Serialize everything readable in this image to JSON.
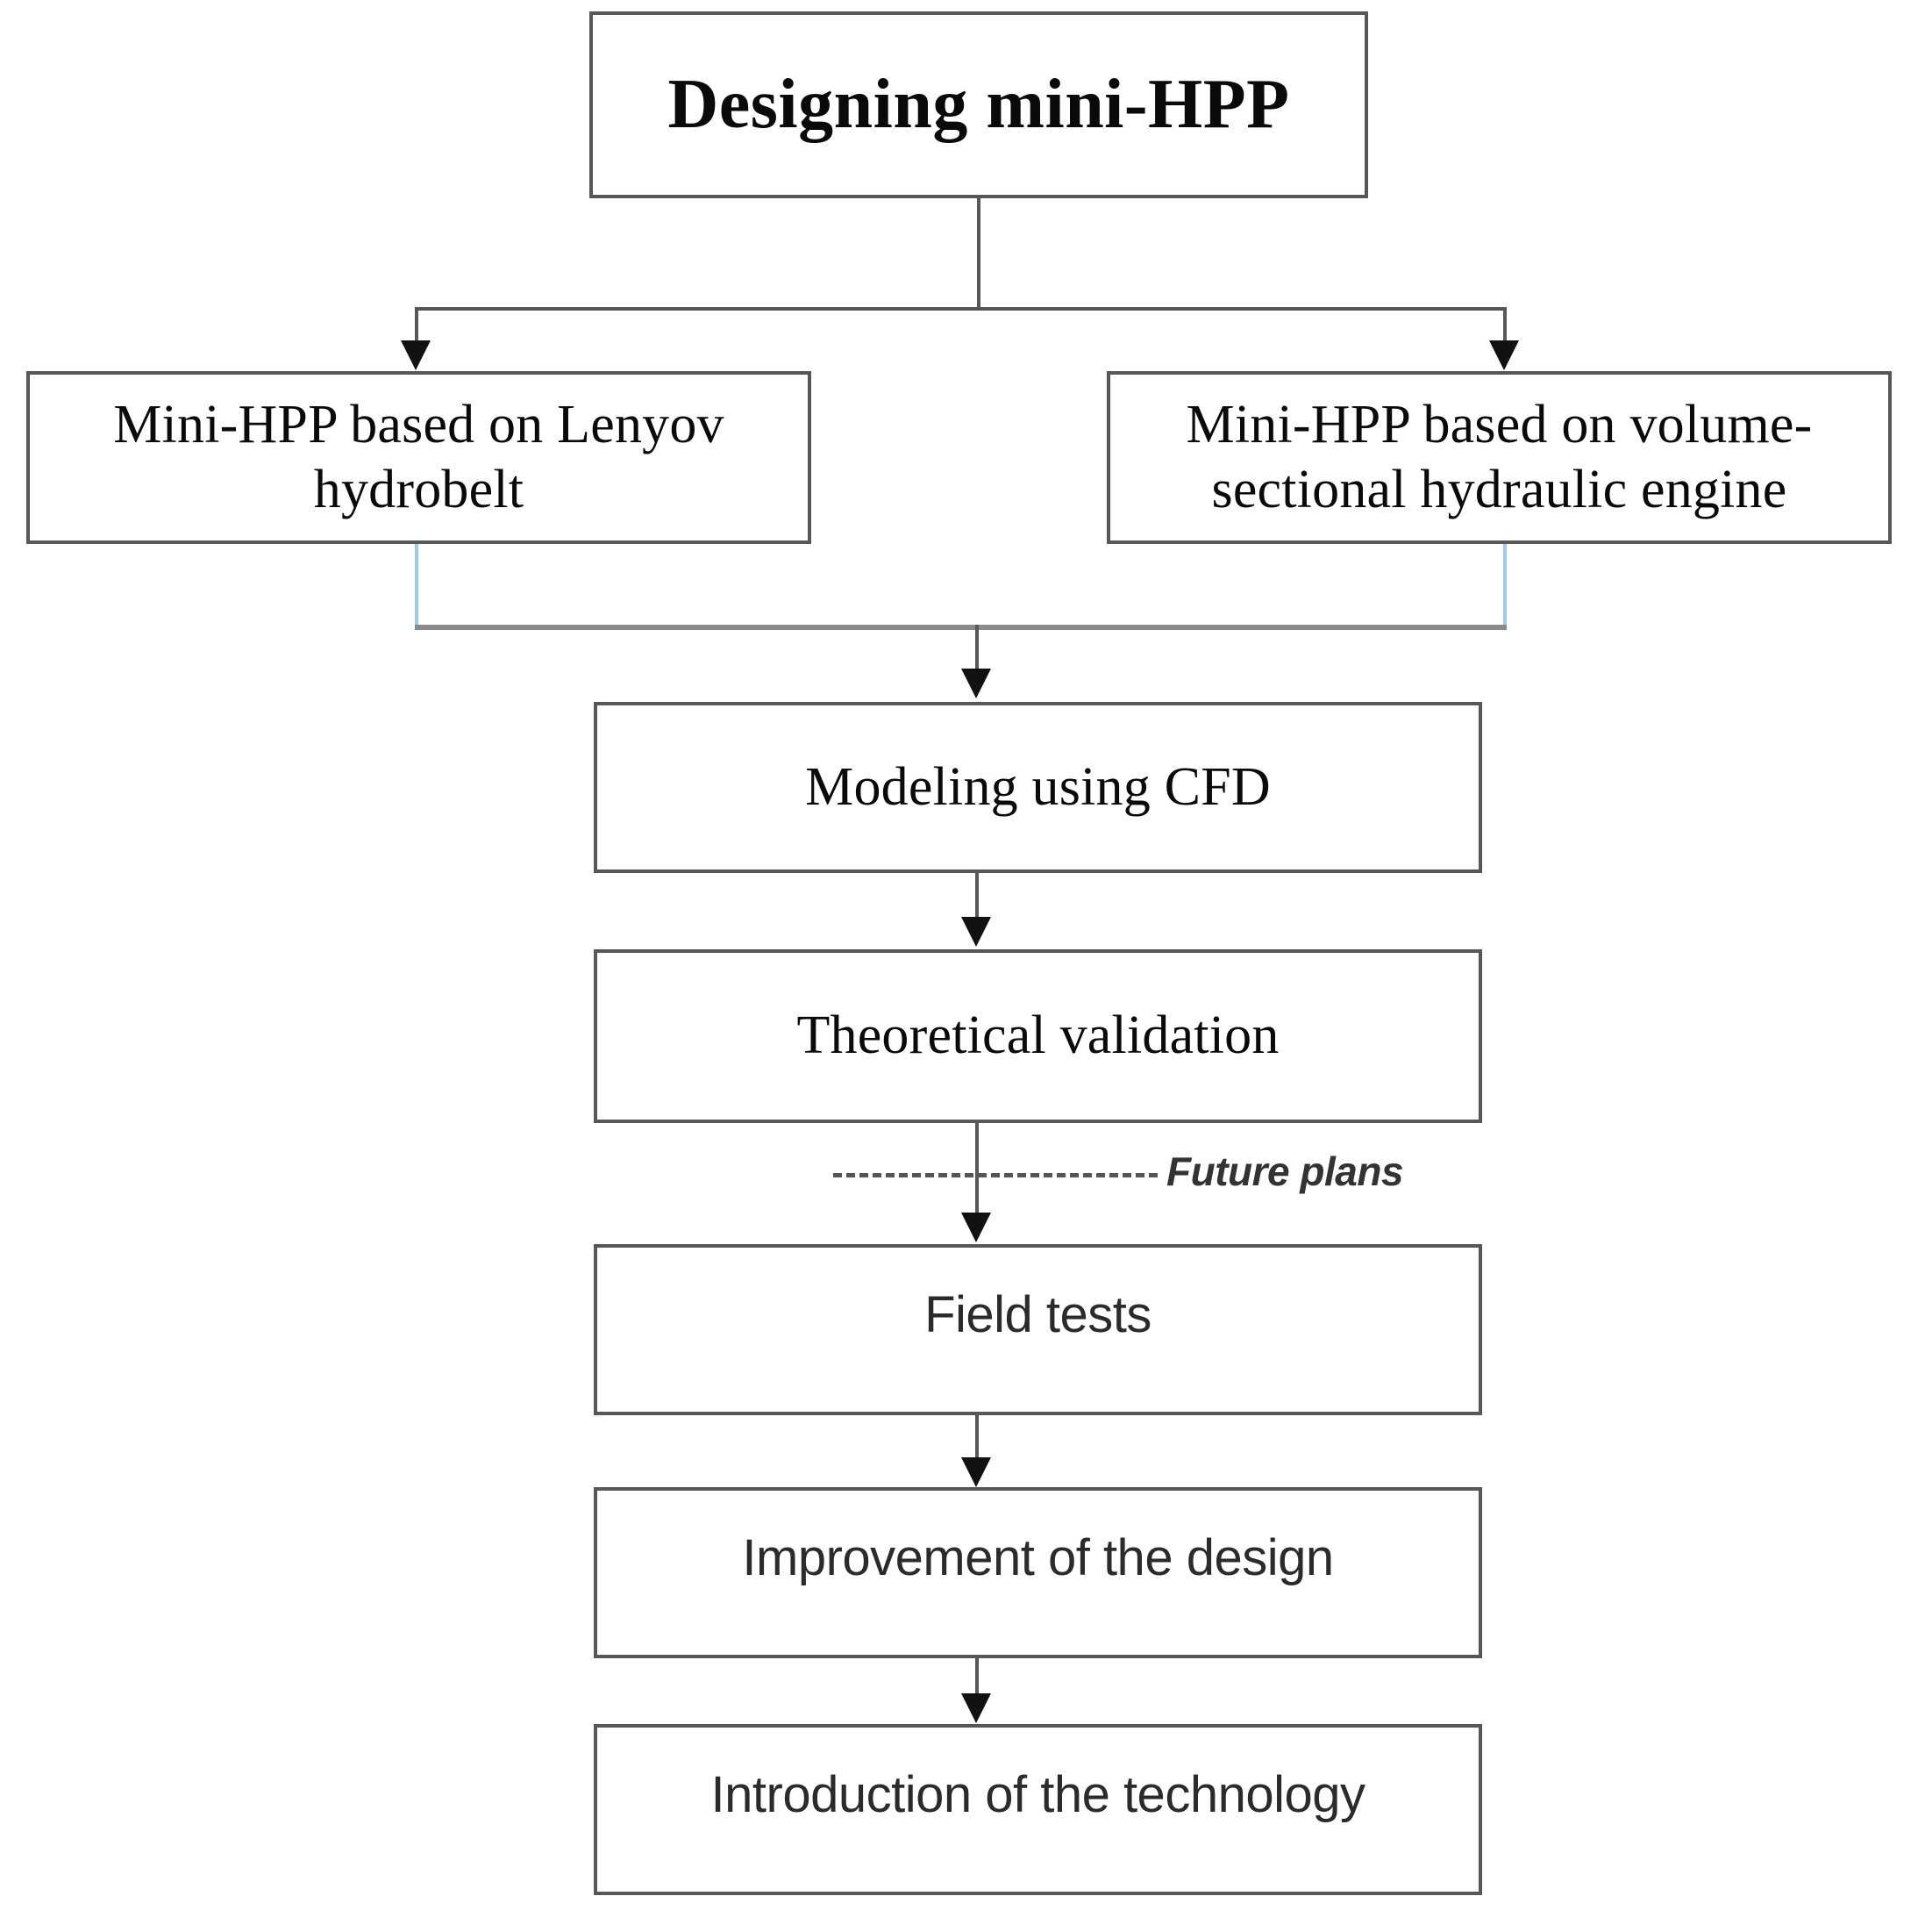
{
  "diagram": {
    "type": "flowchart",
    "title_node": {
      "label": "Designing mini-HPP"
    },
    "branch_nodes": [
      {
        "label": "Mini-HPP based on Lenyov hydrobelt"
      },
      {
        "label": "Mini-HPP based on volume-sectional hydraulic engine"
      }
    ],
    "sequence_nodes": [
      {
        "label": "Modeling using CFD"
      },
      {
        "label": "Theoretical validation"
      },
      {
        "label": "Field tests"
      },
      {
        "label": "Improvement of the design"
      },
      {
        "label": "Introduction of the technology"
      }
    ],
    "annotations": {
      "future_plans": "Future plans"
    },
    "colors": {
      "box_border": "#575757",
      "connector": "#575757",
      "merge_connector": "#8a8a8a",
      "blue_connector": "#9ecbe8",
      "arrow": "#111111",
      "dashed_divider": "#555555",
      "text": "#0a0a0a",
      "background": "#ffffff"
    }
  }
}
